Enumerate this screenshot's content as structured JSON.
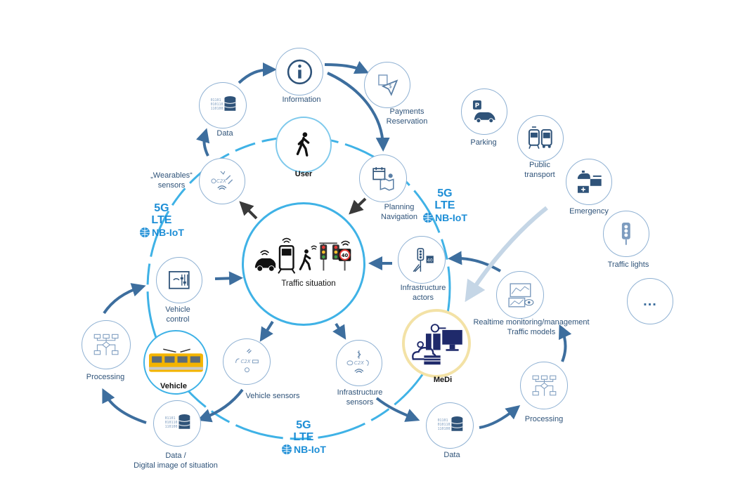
{
  "nodes": {
    "information": "Information",
    "payments_line1": "Payments",
    "payments_line2": "Reservation",
    "data_top": "Data",
    "user": "User",
    "wearables_line1": "„Wearables“",
    "wearables_line2": "sensors",
    "planning_line1": "Planning",
    "planning_line2": "Navigation",
    "traffic_situation": "Traffic situation",
    "vehicle_control_line1": "Vehicle",
    "vehicle_control_line2": "control",
    "infrastructure_actors_line1": "Infrastructure",
    "infrastructure_actors_line2": "actors",
    "processing_left": "Processing",
    "vehicle": "Vehicle",
    "vehicle_sensors": "Vehicle sensors",
    "infrastructure_sensors_line1": "Infrastructure",
    "infrastructure_sensors_line2": "sensors",
    "data_bottom_left_line1": "Data /",
    "data_bottom_left_line2": "Digital image of situation",
    "data_bottom": "Data",
    "processing_right": "Processing",
    "medi": "MeDi",
    "realtime_line1": "Realtime monitoring/management",
    "realtime_line2": "Traffic models",
    "parking": "Parking",
    "public_transport_line1": "Public",
    "public_transport_line2": "transport",
    "emergency": "Emergency",
    "traffic_lights": "Traffic lights",
    "more": "..."
  },
  "network": {
    "g5": "5G",
    "lte": "LTE",
    "nbiot": "NB-IoT"
  },
  "icon_text": {
    "c2x": "C2X",
    "speed_limit": "40",
    "binary_line1": "01101",
    "binary_line2": "010110",
    "binary_line3": "110100"
  },
  "colors": {
    "ring": "#3fb2e6",
    "arrow": "#3d6e9e",
    "node_border": "#8fb1d3",
    "network_text": "#1d8ed6"
  }
}
